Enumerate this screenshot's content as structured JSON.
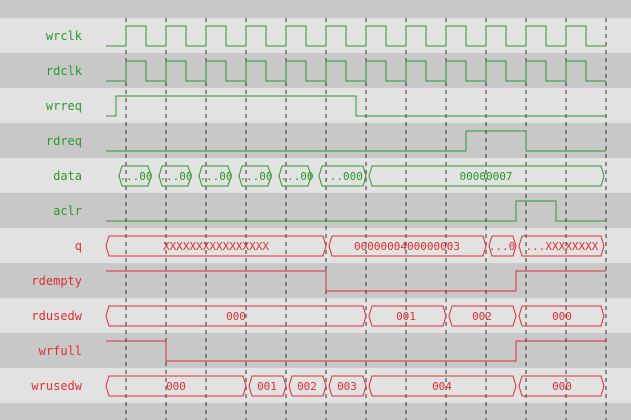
{
  "colors": {
    "row_a": "#c8c8c8",
    "row_b": "#e2e2e2",
    "input": "#2a9a2a",
    "output": "#e03030",
    "grid": "#303030"
  },
  "signals": [
    {
      "name": "wrclk",
      "dir": "input",
      "type": "clock"
    },
    {
      "name": "rdclk",
      "dir": "input",
      "type": "clock"
    },
    {
      "name": "wrreq",
      "dir": "input",
      "type": "bit"
    },
    {
      "name": "rdreq",
      "dir": "input",
      "type": "bit"
    },
    {
      "name": "data",
      "dir": "input",
      "type": "bus",
      "values": [
        "...00",
        "...00",
        "...00",
        "...00",
        "...00",
        "...000",
        "00000007"
      ]
    },
    {
      "name": "aclr",
      "dir": "input",
      "type": "bit"
    },
    {
      "name": "q",
      "dir": "output",
      "type": "bus",
      "values": [
        "XXXXXXXXXXXXXXXX",
        "0000000400000003",
        "...0",
        "...XXXXXXXX"
      ]
    },
    {
      "name": "rdempty",
      "dir": "output",
      "type": "bit"
    },
    {
      "name": "rdusedw",
      "dir": "output",
      "type": "bus",
      "values": [
        "000",
        "001",
        "002",
        "000"
      ]
    },
    {
      "name": "wrfull",
      "dir": "output",
      "type": "bit"
    },
    {
      "name": "wrusedw",
      "dir": "output",
      "type": "bus",
      "values": [
        "000",
        "001",
        "002",
        "003",
        "004",
        "000"
      ]
    }
  ]
}
